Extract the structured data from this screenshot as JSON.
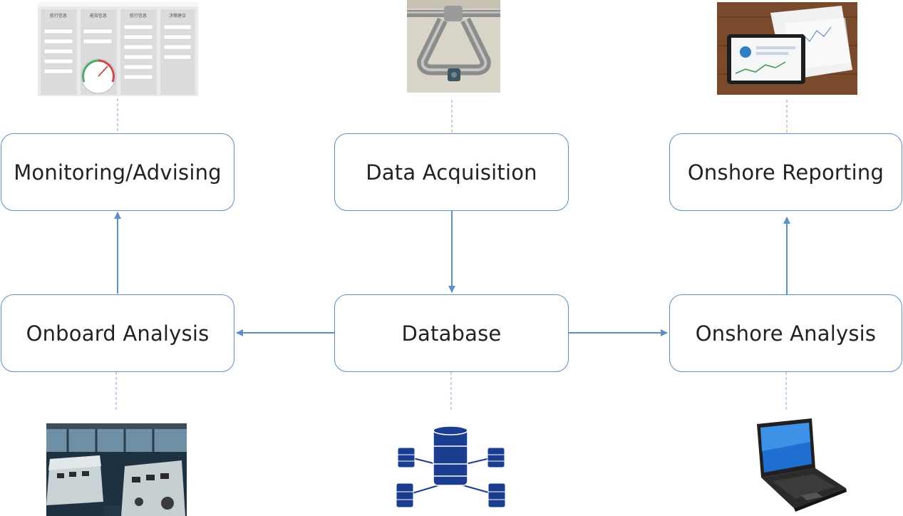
{
  "nodes": {
    "monitoring": {
      "label": "Monitoring/Advising"
    },
    "acquisition": {
      "label": "Data Acquisition"
    },
    "reporting": {
      "label": "Onshore Reporting"
    },
    "onboard": {
      "label": "Onboard Analysis"
    },
    "database": {
      "label": "Database"
    },
    "onshore_analysis": {
      "label": "Onshore Analysis"
    }
  },
  "images": {
    "monitoring_software": {
      "icon": "software-screenshot",
      "tabs": [
        "航行信息",
        "能效信息",
        "航行信息",
        "决策建议"
      ]
    },
    "flow_meter": {
      "icon": "flow-meter-photo"
    },
    "tablet_report": {
      "icon": "tablet-report-photo"
    },
    "ship_bridge": {
      "icon": "ship-bridge-photo"
    },
    "distributed_database": {
      "icon": "database-network-icon"
    },
    "laptop": {
      "icon": "laptop-icon"
    }
  },
  "colors": {
    "box_border": "#5b8fc5",
    "arrow": "#5b8fc5",
    "db_icon": "#1a3d8f"
  }
}
